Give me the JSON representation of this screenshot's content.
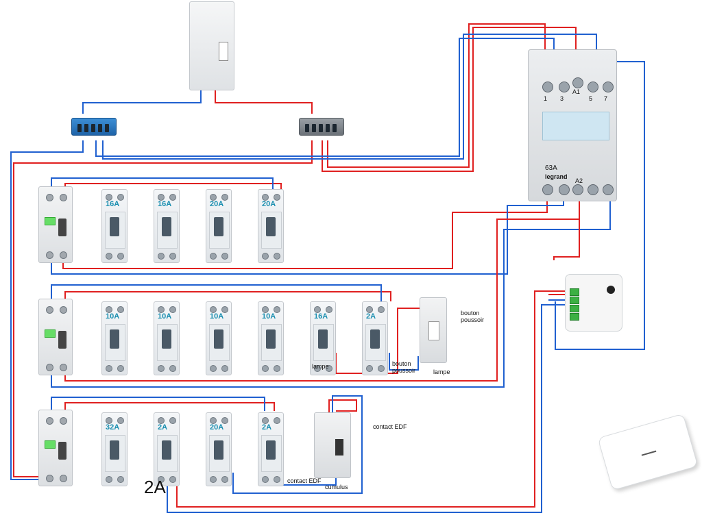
{
  "labels": {
    "bouton_poussoir_1": "bouton\npoussoir",
    "lampe_1": "lampe",
    "bouton_poussoir_2": "bouton\npoussoir",
    "lampe_2": "lampe",
    "contact_edf_1": "contact EDF",
    "contact_edf_2": "contact EDF",
    "cumulus": "cumulus",
    "big_2a": "2A"
  },
  "contactor": {
    "terminals_top": [
      "1",
      "3",
      "A1",
      "5",
      "7"
    ],
    "rating": "63A",
    "brand": "legrand",
    "bottom_a2": "A2"
  },
  "row1_ratings": [
    "16A",
    "16A",
    "20A",
    "20A"
  ],
  "row2_ratings": [
    "10A",
    "10A",
    "10A",
    "10A",
    "16A",
    "2A"
  ],
  "row3_ratings": [
    "32A",
    "2A",
    "20A",
    "2A"
  ],
  "colors": {
    "phase": "#e02020",
    "neutral": "#2060d0"
  }
}
